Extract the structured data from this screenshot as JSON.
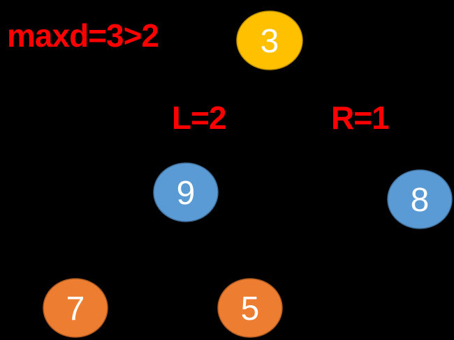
{
  "annotations": {
    "max_depth": "maxd=3>2",
    "left_depth": "L=2",
    "right_depth": "R=1",
    "color": "#ff0000"
  },
  "nodes": {
    "root": {
      "value": "3",
      "fill": "#ffc000",
      "stroke": "#c09000"
    },
    "left_child": {
      "value": "9",
      "fill": "#5b9bd5",
      "stroke": "#41719c"
    },
    "right_child": {
      "value": "8",
      "fill": "#5b9bd5",
      "stroke": "#41719c"
    },
    "left_left_grandchild": {
      "value": "7",
      "fill": "#ed7d31",
      "stroke": "#ae5a21"
    },
    "left_right_grandchild": {
      "value": "5",
      "fill": "#ed7d31",
      "stroke": "#ae5a21"
    }
  }
}
